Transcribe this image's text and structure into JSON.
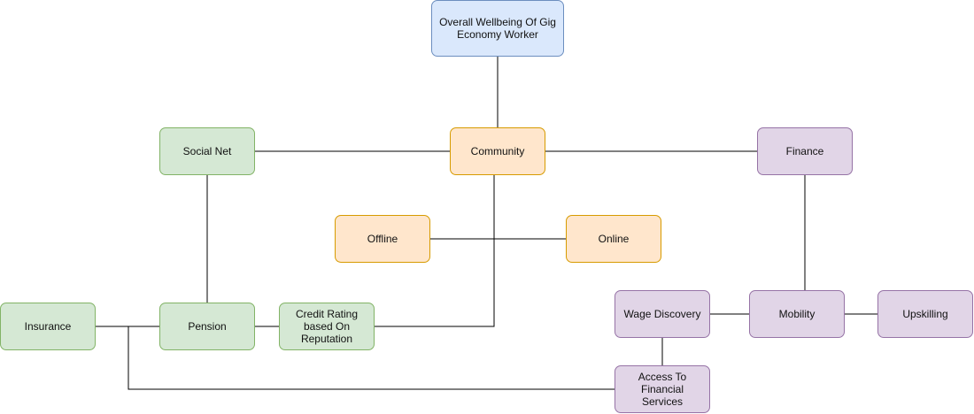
{
  "palette": {
    "blue": {
      "fill": "#dae8fc",
      "stroke": "#6c8ebf"
    },
    "orange": {
      "fill": "#ffe6cc",
      "stroke": "#d79b00"
    },
    "green": {
      "fill": "#d5e8d4",
      "stroke": "#82b366"
    },
    "purple": {
      "fill": "#e1d5e7",
      "stroke": "#9673a6"
    },
    "edge": "#000000"
  },
  "nodes": {
    "overall": {
      "label": "Overall Wellbeing Of Gig Economy Worker",
      "color": "blue"
    },
    "community": {
      "label": "Community",
      "color": "orange"
    },
    "offline": {
      "label": "Offline",
      "color": "orange"
    },
    "online": {
      "label": "Online",
      "color": "orange"
    },
    "socialnet": {
      "label": "Social Net",
      "color": "green"
    },
    "insurance": {
      "label": "Insurance",
      "color": "green"
    },
    "pension": {
      "label": "Pension",
      "color": "green"
    },
    "credit": {
      "label": "Credit Rating based On Reputation",
      "color": "green"
    },
    "finance": {
      "label": "Finance",
      "color": "purple"
    },
    "wage": {
      "label": "Wage Discovery",
      "color": "purple"
    },
    "mobility": {
      "label": "Mobility",
      "color": "purple"
    },
    "upskilling": {
      "label": "Upskilling",
      "color": "purple"
    },
    "access": {
      "label": "Access To Financial Services",
      "color": "purple"
    }
  },
  "edges": [
    [
      "overall",
      "community"
    ],
    [
      "socialnet",
      "community"
    ],
    [
      "community",
      "finance"
    ],
    [
      "community",
      "credit"
    ],
    [
      "offline",
      "online"
    ],
    [
      "socialnet",
      "pension"
    ],
    [
      "insurance",
      "pension"
    ],
    [
      "pension",
      "credit"
    ],
    [
      "insurance",
      "access"
    ],
    [
      "finance",
      "mobility"
    ],
    [
      "wage",
      "mobility"
    ],
    [
      "mobility",
      "upskilling"
    ],
    [
      "wage",
      "access"
    ]
  ]
}
